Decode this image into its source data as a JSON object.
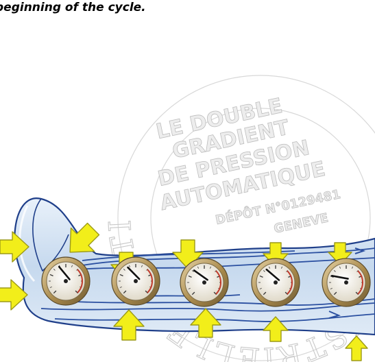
{
  "caption": "beginning of the cycle.",
  "seal": {
    "ring_text": "INDUSTRIELLE INSTITUT MONDIAL DE LA PROPRIÉTÉ",
    "line1": "LE DOUBLE",
    "line2": "GRADIENT",
    "line3": "DE PRESSION",
    "line4": "AUTOMATIQUE",
    "line5": "DÉPÔT N°0129481",
    "line6": "GENEVE"
  },
  "gauges": [
    {
      "name": "gauge-1",
      "needle_angle_deg": 155
    },
    {
      "name": "gauge-2",
      "needle_angle_deg": 150
    },
    {
      "name": "gauge-3",
      "needle_angle_deg": 140
    },
    {
      "name": "gauge-4",
      "needle_angle_deg": 145
    },
    {
      "name": "gauge-5",
      "needle_angle_deg": 115
    }
  ],
  "colors": {
    "vessel_fill": "#cfe0f2",
    "vessel_stroke": "#1f3f8a",
    "flow_line": "#2a4fa0",
    "arrow_fill": "#f2ee1a",
    "arrow_stroke": "#9c9a18",
    "gauge_rim": "#c6a56a",
    "gauge_face": "#f4efe4",
    "seal_color": "#c8c8c8"
  }
}
